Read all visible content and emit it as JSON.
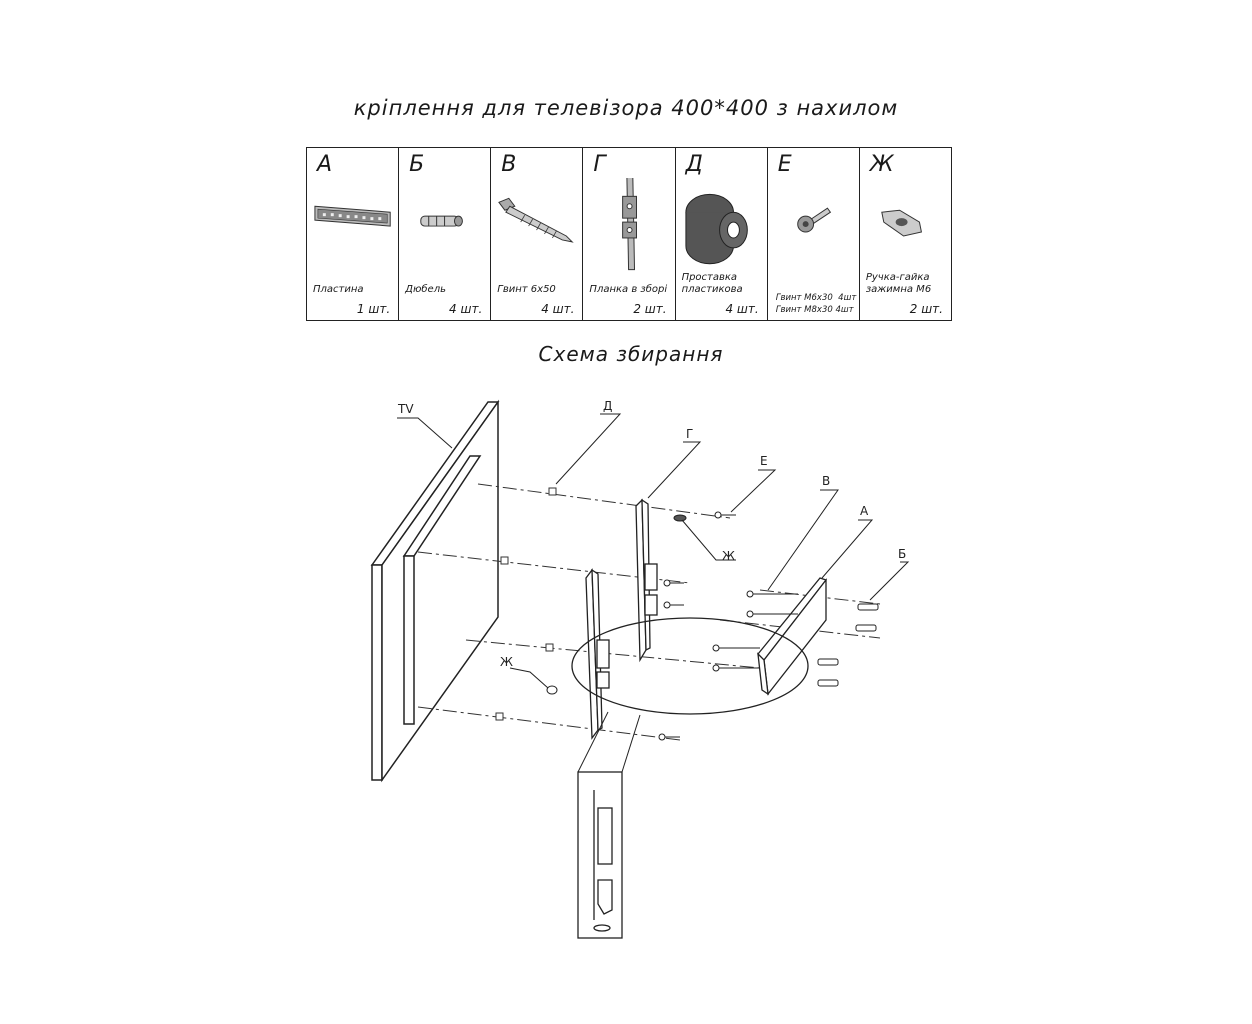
{
  "header": {
    "title": "кріплення для телевізора 400*400 з нахилом"
  },
  "parts": [
    {
      "letter": "А",
      "name": "Пластина",
      "qty": "1 шт.",
      "icon": "plate-icon"
    },
    {
      "letter": "Б",
      "name": "Дюбель",
      "qty": "4 шт.",
      "icon": "dowel-icon"
    },
    {
      "letter": "В",
      "name": "Гвинт 6х50",
      "qty": "4 шт.",
      "icon": "lag-screw-icon"
    },
    {
      "letter": "Г",
      "name": "Планка в зборі",
      "qty": "2 шт.",
      "icon": "bracket-arm-icon"
    },
    {
      "letter": "Д",
      "name": "Проставка пластикова",
      "qty": "4 шт.",
      "icon": "spacer-icon"
    },
    {
      "letter": "Е",
      "name": "Гвинт М6х30  4шт\nГвинт М8х30 4шт",
      "qty": "",
      "icon": "bolt-icon"
    },
    {
      "letter": "Ж",
      "name": "Ручка-гайка зажимна М6",
      "qty": "2 шт.",
      "icon": "wing-nut-icon"
    }
  ],
  "scheme": {
    "title": "Схема збирання",
    "labels": {
      "tv": "TV",
      "d": "Д",
      "g": "Г",
      "e": "Е",
      "zh": "Ж",
      "v": "В",
      "a": "А",
      "b": "Б"
    }
  }
}
